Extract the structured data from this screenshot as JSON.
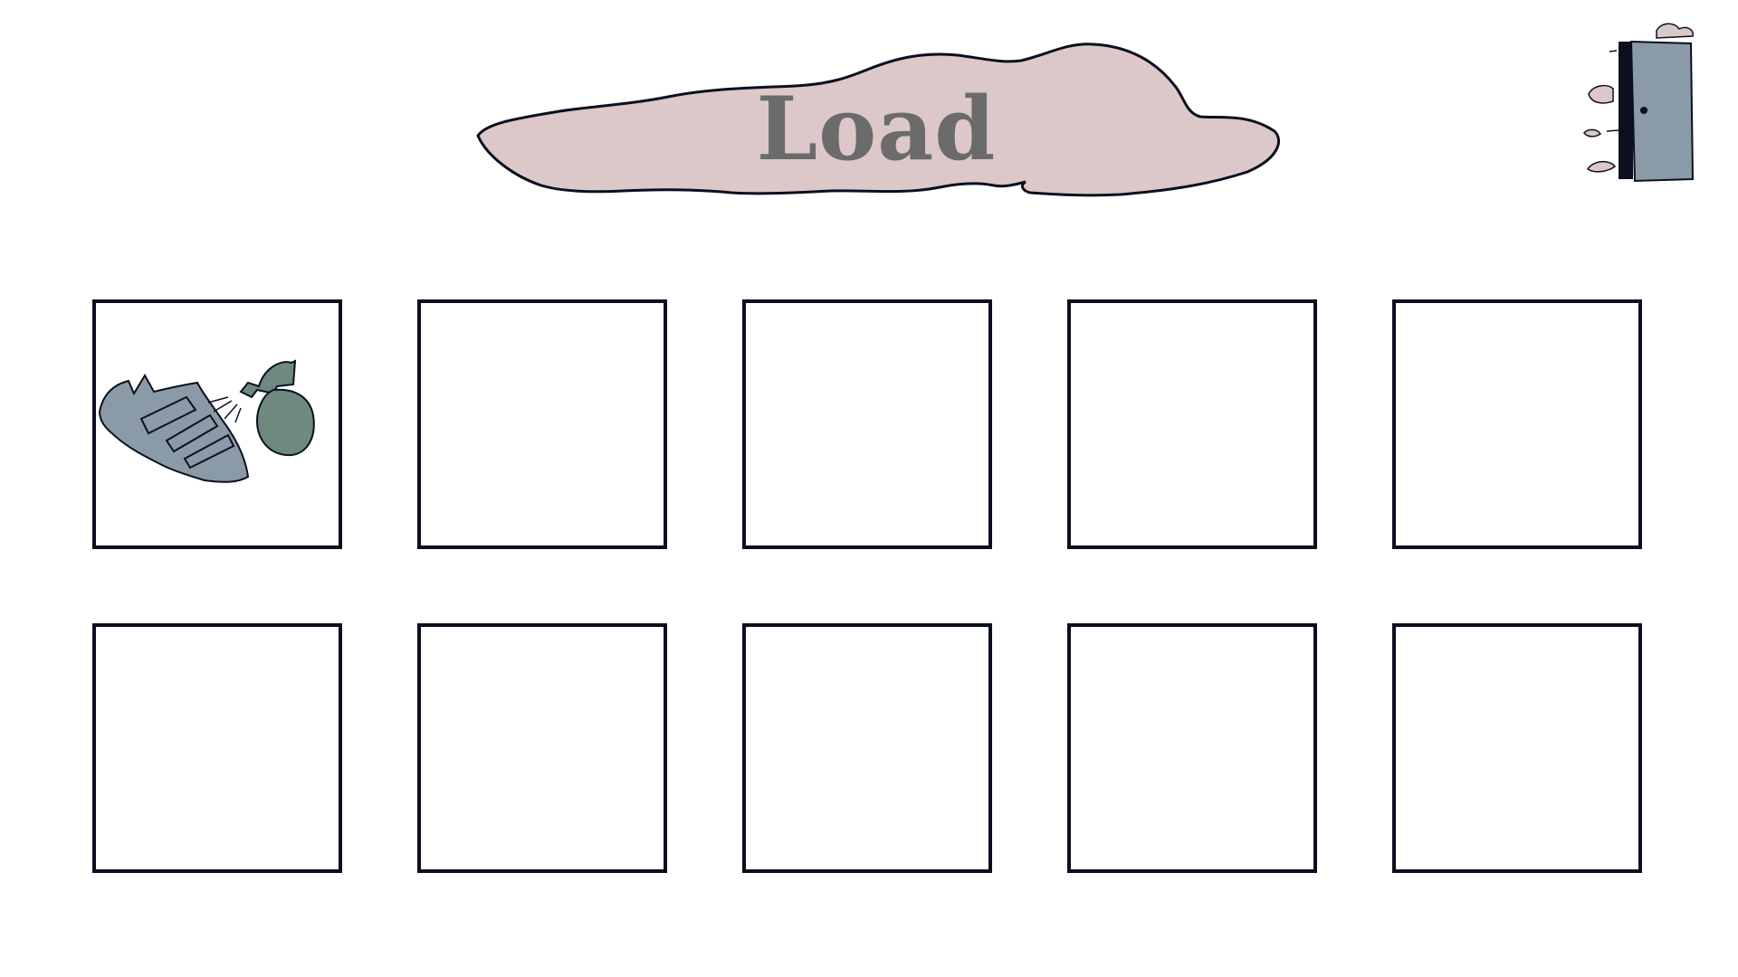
{
  "header": {
    "title": "Load",
    "banner_color": "#dcc8c9",
    "title_color": "#6b6b6b"
  },
  "exit_button": {
    "icon": "exit-door-icon",
    "door_color": "#8a9aa6"
  },
  "save_slots": [
    {
      "slot": 1,
      "filled": true,
      "thumbnail_icon": "shoe-and-spray-bottle-icon"
    },
    {
      "slot": 2,
      "filled": false
    },
    {
      "slot": 3,
      "filled": false
    },
    {
      "slot": 4,
      "filled": false
    },
    {
      "slot": 5,
      "filled": false
    },
    {
      "slot": 6,
      "filled": false
    },
    {
      "slot": 7,
      "filled": false
    },
    {
      "slot": 8,
      "filled": false
    },
    {
      "slot": 9,
      "filled": false
    },
    {
      "slot": 10,
      "filled": false
    }
  ],
  "colors": {
    "slot_border": "#0b1020",
    "shoe": "#8a9aa6",
    "spray_bottle": "#6f8880"
  }
}
